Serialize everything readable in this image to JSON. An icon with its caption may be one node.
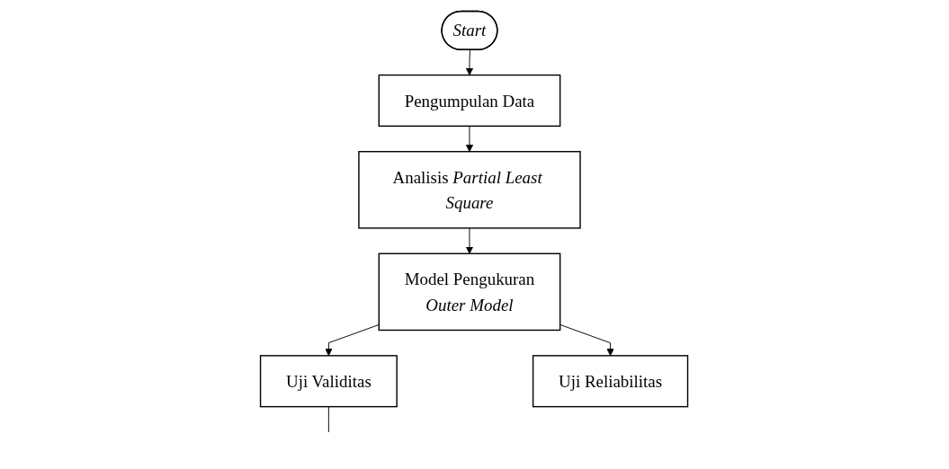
{
  "diagram": {
    "nodes": [
      {
        "text": [
          "Start"
        ]
      },
      {
        "text": [
          "Pengumpulan Data"
        ]
      },
      {
        "text": [
          "Analisis *Partial Least Square*"
        ]
      },
      {
        "text": [
          "Model Pengukuran",
          "Outer Model"
        ]
      },
      {
        "text": [
          "Uji Validitas"
        ]
      },
      {
        "text": [
          "Uji Reliabilitas"
        ]
      }
    ],
    "edges": [
      {
        "from": 0,
        "to": 1,
        "arrow": "to"
      },
      {
        "from": 1,
        "to": 2,
        "arrow": "to"
      },
      {
        "from": 2,
        "to": 3,
        "arrow": "to"
      },
      {
        "from": 3,
        "to": 4,
        "arrow": "to"
      },
      {
        "from": 3,
        "to": 5,
        "arrow": "to"
      },
      {
        "from": 4,
        "to": null,
        "arrow": "none"
      }
    ]
  }
}
